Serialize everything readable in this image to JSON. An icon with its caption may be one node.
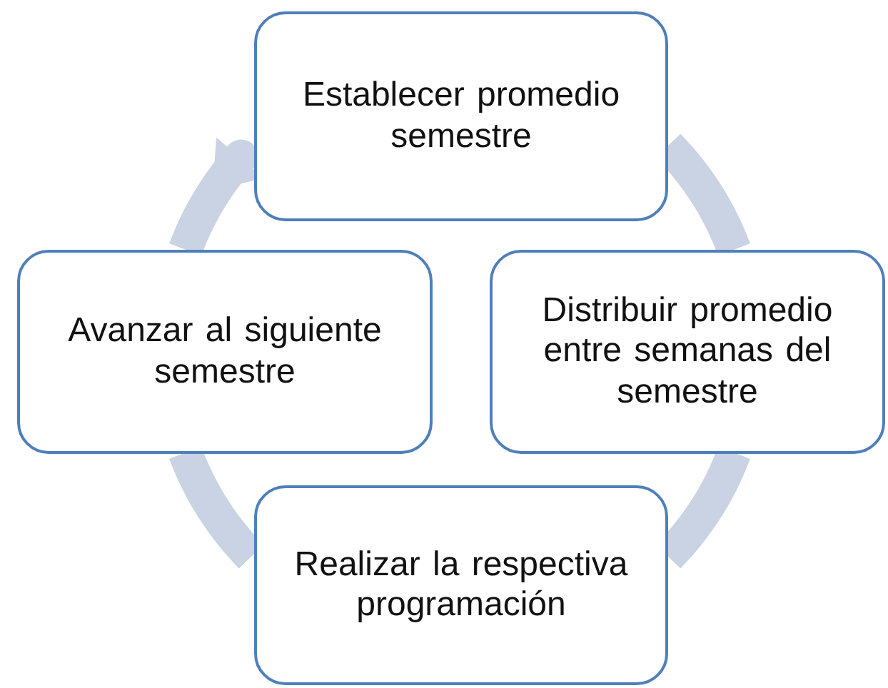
{
  "diagram": {
    "nodes": [
      {
        "text": [
          "Establecer promedio semestre"
        ]
      },
      {
        "text": [
          "Distribuir promedio entre semanas del semestre"
        ]
      },
      {
        "text": [
          "Realizar la respectiva programación"
        ]
      },
      {
        "text": [
          "Avanzar al siguiente semestre"
        ]
      }
    ],
    "edges": [
      {
        "from": 0,
        "to": 1,
        "arrow": "none"
      },
      {
        "from": 1,
        "to": 2,
        "arrow": "none"
      },
      {
        "from": 2,
        "to": 3,
        "arrow": "none"
      },
      {
        "from": 3,
        "to": 0,
        "arrow": "to"
      }
    ]
  }
}
